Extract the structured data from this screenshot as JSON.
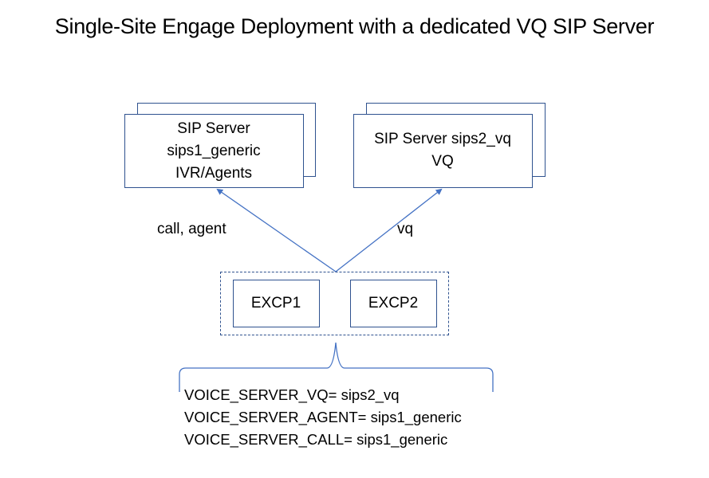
{
  "title": "Single-Site Engage Deployment with a dedicated VQ SIP Server",
  "colors": {
    "box_border": "#2f528f",
    "connector": "#4472c4",
    "text": "#000000"
  },
  "servers": [
    {
      "id": "sips1_generic",
      "lines": [
        "SIP Server",
        "sips1_generic",
        "IVR/Agents"
      ]
    },
    {
      "id": "sips2_vq",
      "lines": [
        "SIP Server sips2_vq",
        "VQ"
      ]
    }
  ],
  "edge_labels": {
    "left": "call, agent",
    "right": "vq"
  },
  "cluster": {
    "nodes": [
      "EXCP1",
      "EXCP2"
    ]
  },
  "config_lines": [
    "VOICE_SERVER_VQ= sips2_vq",
    "VOICE_SERVER_AGENT= sips1_generic",
    "VOICE_SERVER_CALL= sips1_generic"
  ]
}
